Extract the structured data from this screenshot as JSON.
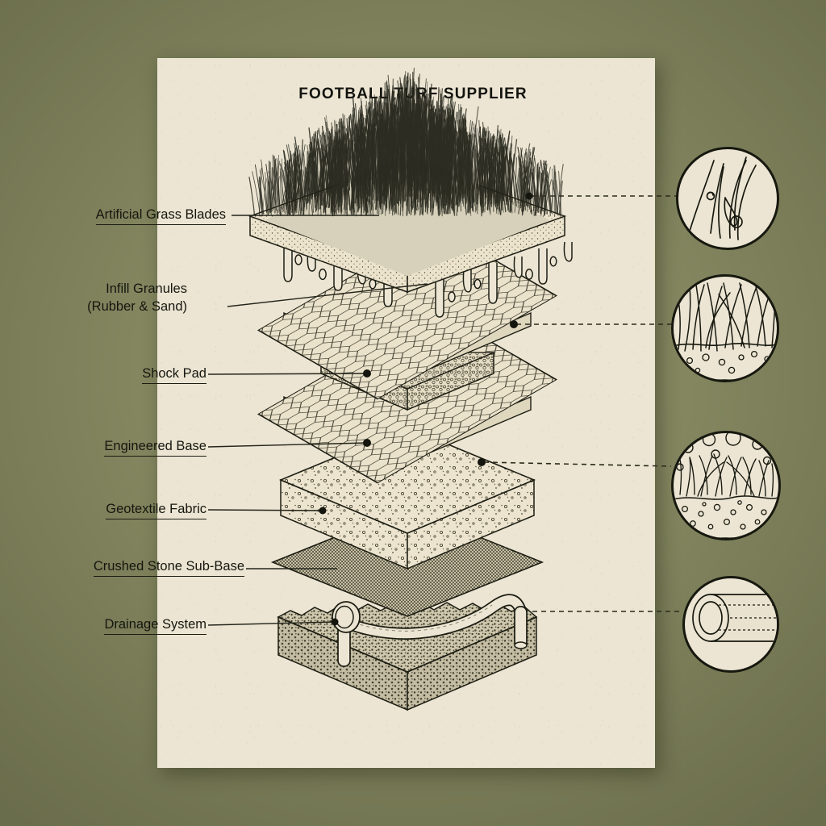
{
  "page": {
    "title": "FOOTBALL TURF SUPPLIER",
    "background_color": "#83865f",
    "paper_color": "#ece5d3",
    "ink_color": "#15160f"
  },
  "layers": [
    {
      "id": "artificial-grass-blades",
      "label": "Artificial Grass Blades",
      "underlined": true,
      "icon": "grass-blades-layer"
    },
    {
      "id": "infill-granules",
      "label_line1": "Infill Granules",
      "label_line2": "(Rubber & Sand)",
      "underlined": false,
      "icon": "honeycomb-panel-layer"
    },
    {
      "id": "shock-pad",
      "label": "Shock Pad",
      "underlined": true,
      "icon": "speckled-pad-layer"
    },
    {
      "id": "engineered-base",
      "label": "Engineered Base",
      "underlined": true,
      "icon": "aggregate-slab-layer"
    },
    {
      "id": "geotextile-fabric",
      "label": "Geotextile Fabric",
      "underlined": true,
      "icon": "woven-mesh-sheet-layer"
    },
    {
      "id": "crushed-stone-sub-base",
      "label": "Crushed Stone Sub-Base",
      "underlined": true,
      "icon": "crushed-stone-block-layer"
    },
    {
      "id": "drainage-system",
      "label": "Drainage System",
      "underlined": true,
      "icon": "drainage-pipe-layer"
    }
  ],
  "callouts": [
    {
      "id": "detail-grass-fiber",
      "icon": "grass-fiber-closeup-icon",
      "links_to": "artificial-grass-blades"
    },
    {
      "id": "detail-blades-infill",
      "icon": "blades-over-infill-closeup-icon",
      "links_to": "infill-granules"
    },
    {
      "id": "detail-granule-bed",
      "icon": "granule-bed-closeup-icon",
      "links_to": "engineered-base"
    },
    {
      "id": "detail-drain-pipe",
      "icon": "perforated-pipe-closeup-icon",
      "links_to": "drainage-system"
    }
  ]
}
